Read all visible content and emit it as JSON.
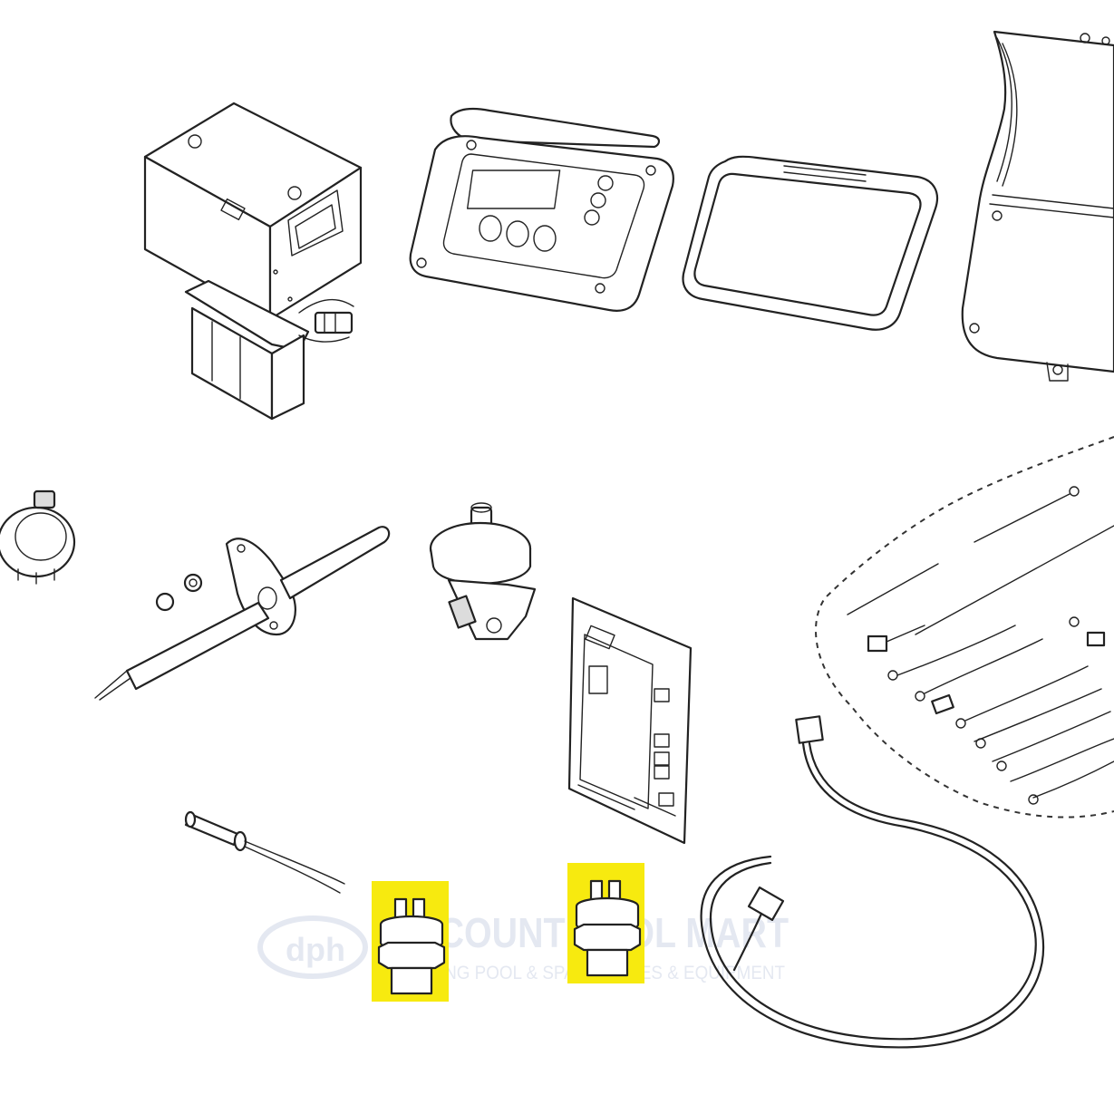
{
  "watermark": {
    "logo_text": "dph",
    "brand": "DISCOUNT POOL MART",
    "tagline": "SWIMMING POOL & SPA SUPPLIES & EQUIPMENT"
  },
  "parts": [
    {
      "name": "transformer-box",
      "highlighted": false
    },
    {
      "name": "control-display-panel",
      "highlighted": false
    },
    {
      "name": "bezel-gasket",
      "highlighted": false
    },
    {
      "name": "access-door-panel",
      "highlighted": false
    },
    {
      "name": "pressure-switch",
      "highlighted": false
    },
    {
      "name": "flame-sensor-rod",
      "highlighted": false
    },
    {
      "name": "gas-valve",
      "highlighted": false
    },
    {
      "name": "control-board",
      "highlighted": false
    },
    {
      "name": "wire-harness-kit",
      "highlighted": false
    },
    {
      "name": "temperature-sensor-probe",
      "highlighted": false
    },
    {
      "name": "high-limit-switch-1",
      "highlighted": true
    },
    {
      "name": "high-limit-switch-2",
      "highlighted": true
    },
    {
      "name": "display-cable",
      "highlighted": false
    }
  ],
  "colors": {
    "highlight": "#f7ea0f",
    "line": "#222222",
    "background": "#ffffff"
  }
}
